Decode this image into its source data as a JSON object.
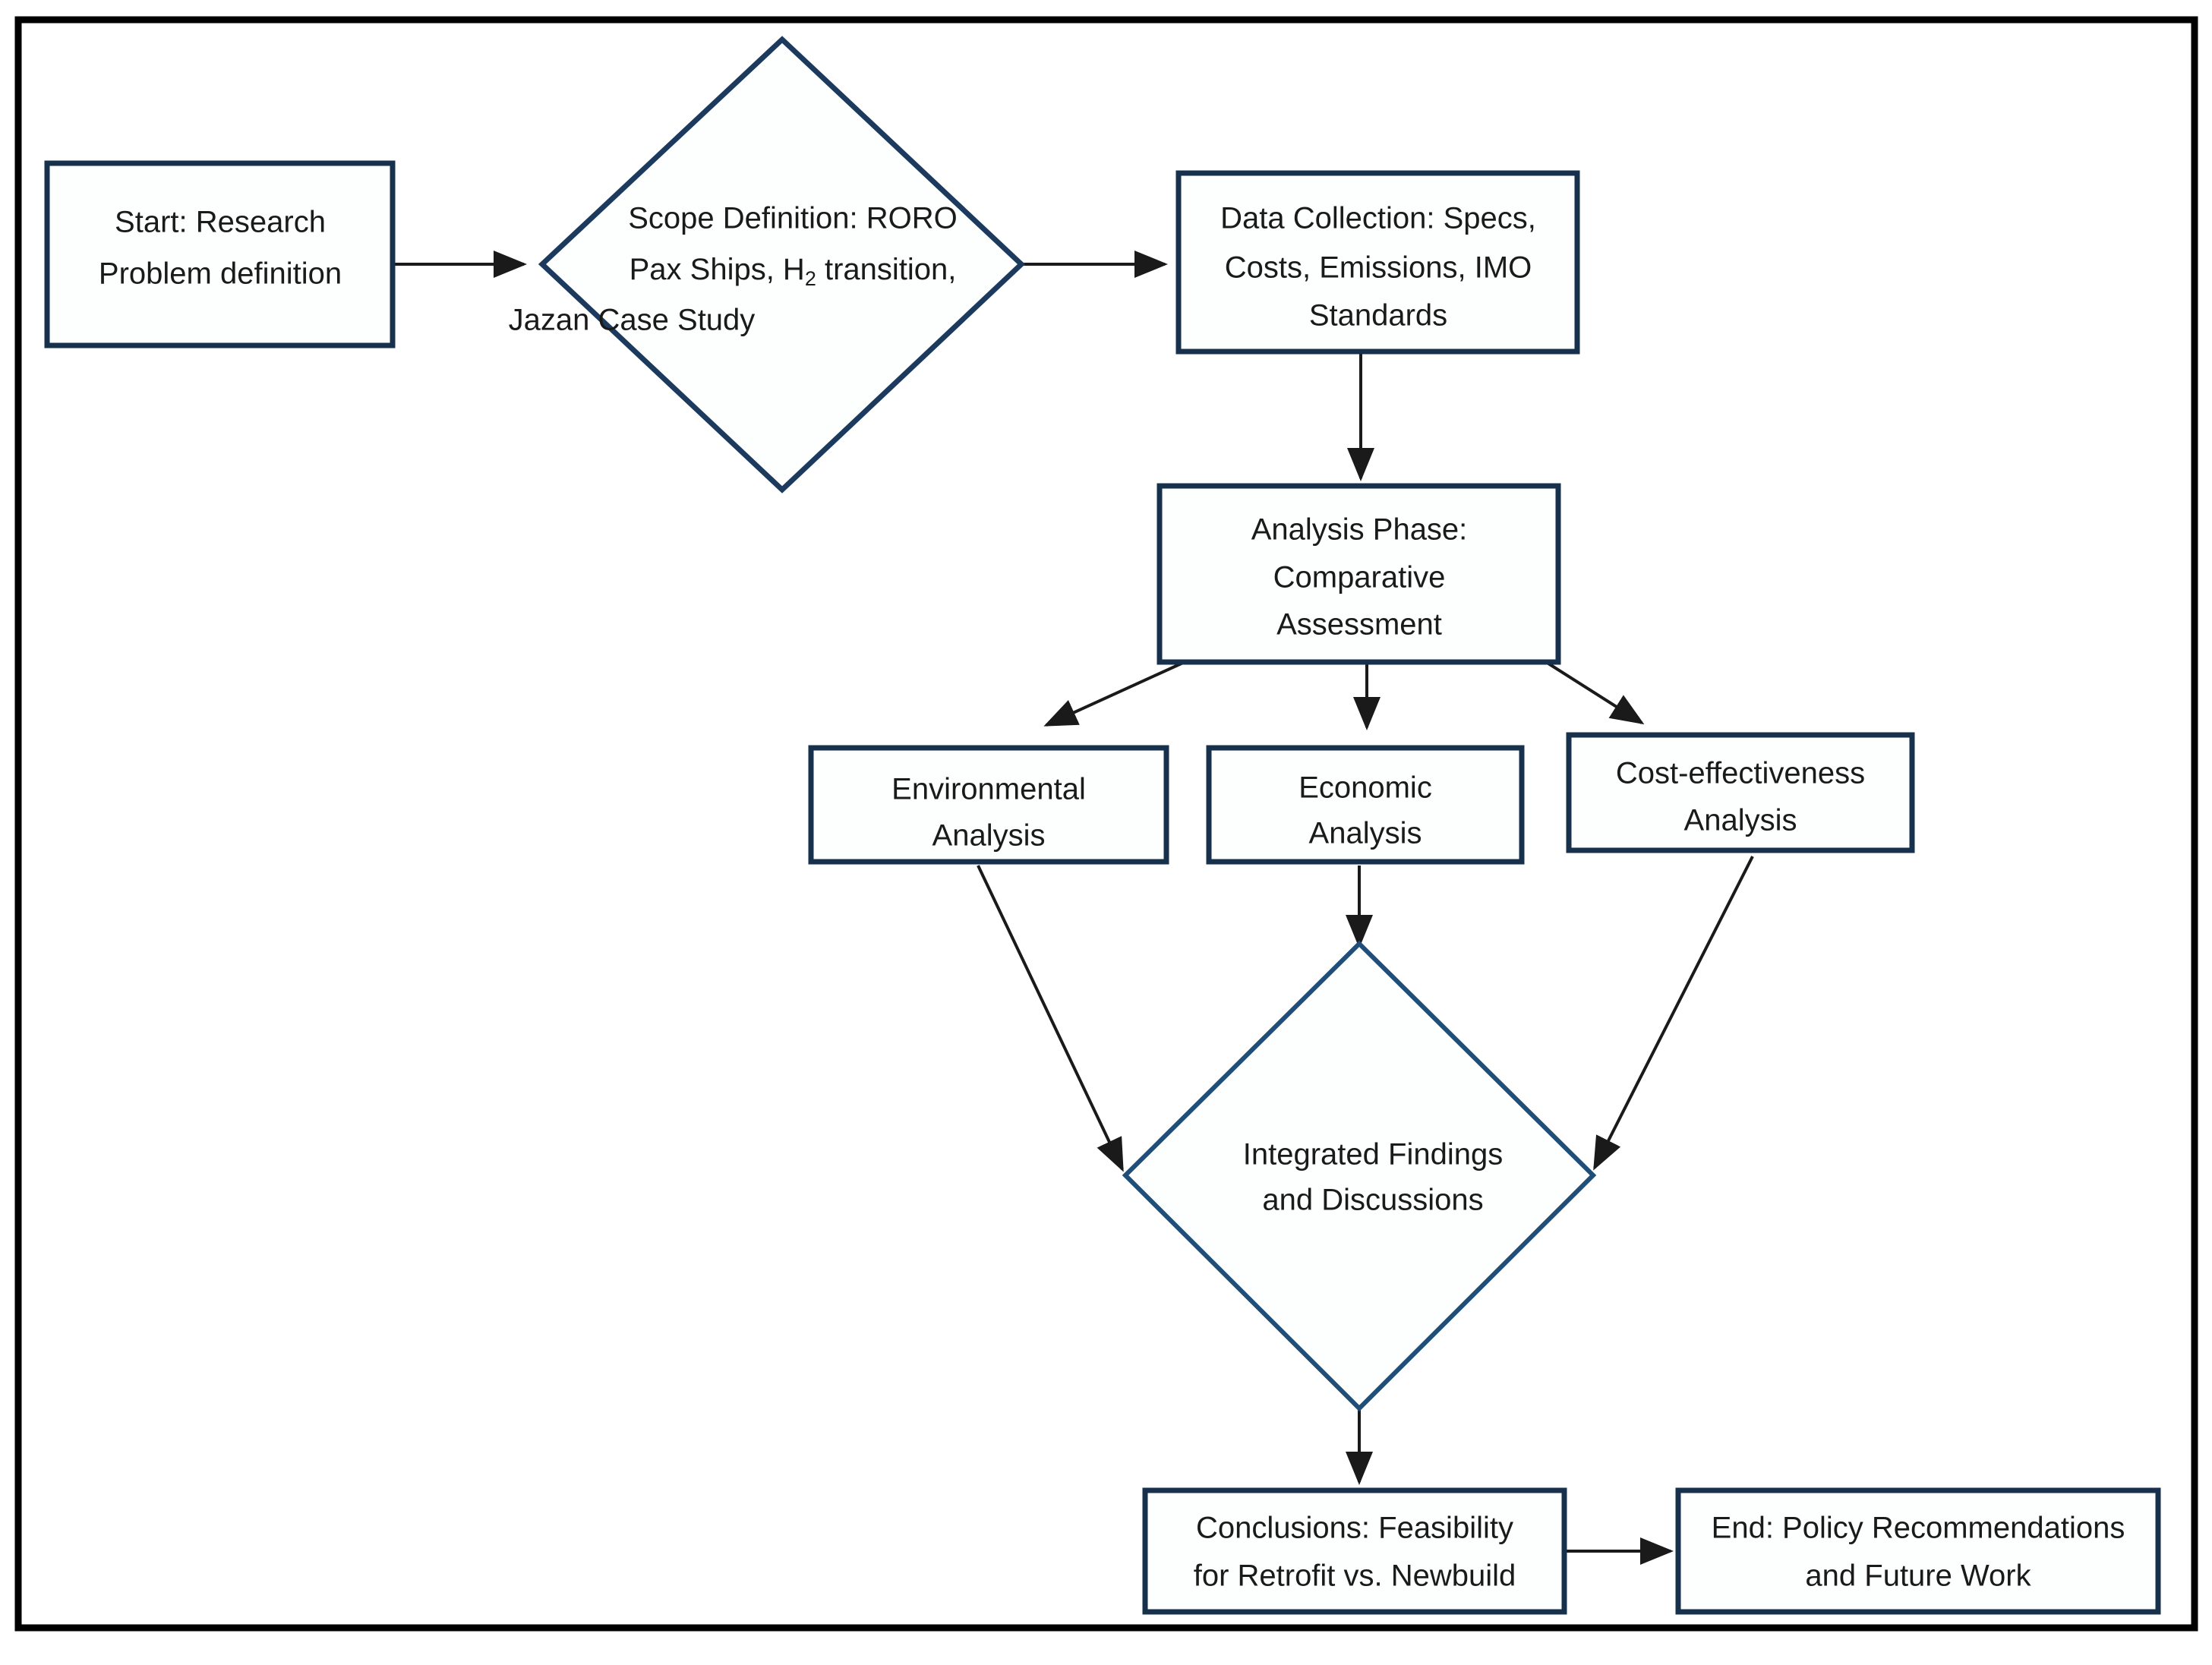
{
  "diagram": {
    "title": "Research Methodology Flowchart",
    "colors": {
      "frame": "#000000",
      "node_border": "#17314d",
      "diamond_border": "#1f4e79",
      "node_fill": "#fdfefe",
      "connector": "#1a1a1a",
      "text": "#1a1a1a"
    },
    "nodes": [
      {
        "id": "start",
        "shape": "rectangle",
        "lines": [
          "Start: Research",
          "Problem definition"
        ]
      },
      {
        "id": "scope",
        "shape": "diamond",
        "lines": [
          "Scope  Definition:  RORO",
          "Pax Ships, H",
          "2",
          " transition,",
          "Jazan Case Study"
        ],
        "line1": "Scope  Definition:  RORO",
        "line2_pre": "Pax Ships, H",
        "line2_sub": "2",
        "line2_post": " transition,",
        "line3": "Jazan Case Study"
      },
      {
        "id": "data-collection",
        "shape": "rectangle",
        "lines": [
          "Data Collection: Specs,",
          "Costs, Emissions, IMO",
          "Standards"
        ]
      },
      {
        "id": "analysis-phase",
        "shape": "rectangle",
        "lines": [
          "Analysis Phase:",
          "Comparative",
          "Assessment"
        ]
      },
      {
        "id": "environmental-analysis",
        "shape": "rectangle",
        "lines": [
          "Environmental",
          "Analysis"
        ]
      },
      {
        "id": "economic-analysis",
        "shape": "rectangle",
        "lines": [
          "Economic",
          "Analysis"
        ]
      },
      {
        "id": "cost-effectiveness-analysis",
        "shape": "rectangle",
        "lines": [
          "Cost-effectiveness",
          "Analysis"
        ]
      },
      {
        "id": "integrated-findings",
        "shape": "diamond",
        "lines": [
          "Integrated Findings",
          "and Discussions"
        ]
      },
      {
        "id": "conclusions",
        "shape": "rectangle",
        "lines": [
          "Conclusions: Feasibility",
          "for Retrofit vs. Newbuild"
        ]
      },
      {
        "id": "end",
        "shape": "rectangle",
        "lines": [
          "End: Policy Recommendations",
          "and Future Work"
        ]
      }
    ],
    "edges": [
      {
        "from": "start",
        "to": "scope",
        "style": "arrow"
      },
      {
        "from": "scope",
        "to": "data-collection",
        "style": "arrow"
      },
      {
        "from": "data-collection",
        "to": "analysis-phase",
        "style": "arrow"
      },
      {
        "from": "analysis-phase",
        "to": "environmental-analysis",
        "style": "arrow"
      },
      {
        "from": "analysis-phase",
        "to": "economic-analysis",
        "style": "arrow"
      },
      {
        "from": "analysis-phase",
        "to": "cost-effectiveness-analysis",
        "style": "arrow"
      },
      {
        "from": "environmental-analysis",
        "to": "integrated-findings",
        "style": "arrow"
      },
      {
        "from": "economic-analysis",
        "to": "integrated-findings",
        "style": "arrow"
      },
      {
        "from": "cost-effectiveness-analysis",
        "to": "integrated-findings",
        "style": "arrow"
      },
      {
        "from": "integrated-findings",
        "to": "conclusions",
        "style": "arrow"
      },
      {
        "from": "conclusions",
        "to": "end",
        "style": "arrow"
      }
    ]
  },
  "text": {
    "start_l1": "Start: Research",
    "start_l2": "Problem definition",
    "scope_l1": "Scope  Definition:  RORO",
    "scope_l2a": "Pax Ships, H",
    "scope_l2b": "2",
    "scope_l2c": " transition,",
    "scope_l3": "Jazan Case Study",
    "data_l1": "Data Collection: Specs,",
    "data_l2": "Costs, Emissions, IMO",
    "data_l3": "Standards",
    "analysis_l1": "Analysis Phase:",
    "analysis_l2": "Comparative",
    "analysis_l3": "Assessment",
    "env_l1": "Environmental",
    "env_l2": "Analysis",
    "eco_l1": "Economic",
    "eco_l2": "Analysis",
    "cost_l1": "Cost-effectiveness",
    "cost_l2": "Analysis",
    "integ_l1": "Integrated Findings",
    "integ_l2": "and Discussions",
    "concl_l1": "Conclusions: Feasibility",
    "concl_l2": "for Retrofit vs. Newbuild",
    "end_l1": "End: Policy Recommendations",
    "end_l2": "and Future Work"
  }
}
